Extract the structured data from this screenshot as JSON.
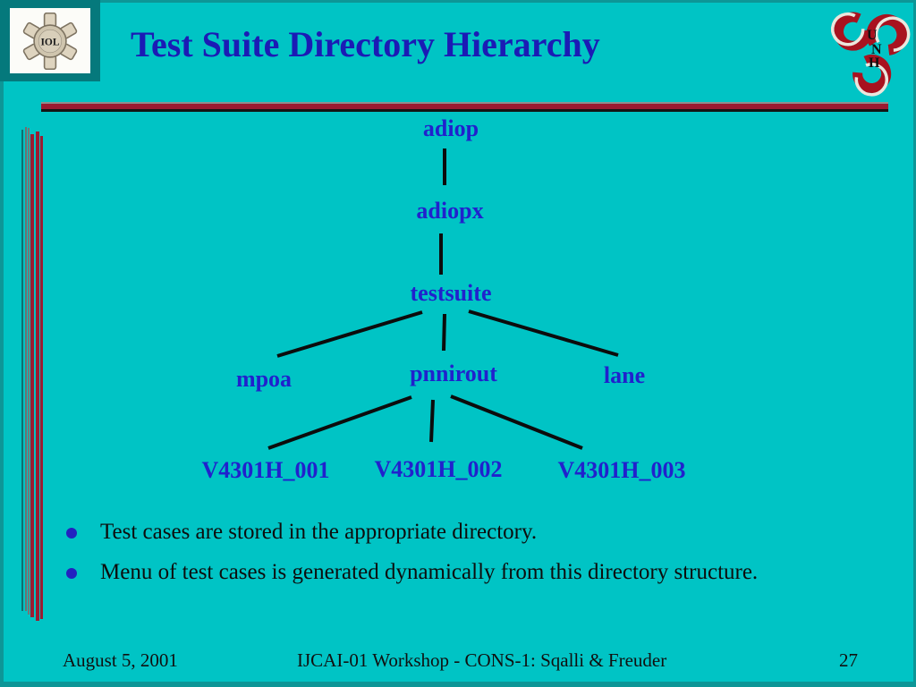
{
  "header": {
    "title": "Test Suite Directory Hierarchy",
    "iol_logo_text": "IOL",
    "unh_letters": [
      "U",
      "N",
      "H"
    ]
  },
  "tree": {
    "nodes": [
      {
        "label": "adiop"
      },
      {
        "label": "adiopx"
      },
      {
        "label": "testsuite"
      },
      {
        "label": "mpoa"
      },
      {
        "label": "pnnirout"
      },
      {
        "label": "lane"
      },
      {
        "label": "V4301H_001"
      },
      {
        "label": "V4301H_002"
      },
      {
        "label": "V4301H_003"
      }
    ],
    "hierarchy_note": "adiop > adiopx > testsuite > (mpoa, pnnirout, lane); pnnirout > (V4301H_001, V4301H_002, V4301H_003)"
  },
  "bullets": [
    "Test cases are stored in the appropriate directory.",
    "Menu of test cases is generated dynamically from this directory structure."
  ],
  "footer": {
    "date": "August 5, 2001",
    "center_text": "IJCAI-01 Workshop - CONS-1: Sqalli & Freuder",
    "page_number": "27"
  },
  "colors": {
    "background": "#00c4c5",
    "border_teal": "#0d9697",
    "title_blue": "#1b1bb5",
    "node_blue": "#2121cd",
    "rule_red": "#9b1b31",
    "bullet_dot_blue": "#2222c0",
    "text_black": "#0d0d0d",
    "unh_red": "#a8121f"
  }
}
